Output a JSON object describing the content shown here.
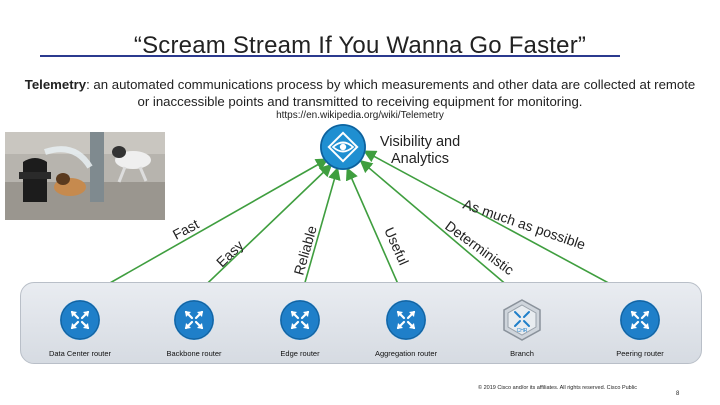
{
  "slide": {
    "title": "“Scream Stream If You Wanna Go Faster”",
    "definition": {
      "term": "Telemetry",
      "text": ": an automated communications process by which measurements and other data are collected at remote or inaccessible points and transmitted to receiving equipment for monitoring."
    },
    "source": "https://en.wikipedia.org/wiki/Telemetry",
    "hub_label": "Visibility and Analytics",
    "line_labels": {
      "fast": "Fast",
      "easy": "Easy",
      "reliable": "Reliable",
      "useful": "Useful",
      "as_much": "As much as possible",
      "deterministic": "Deterministic"
    },
    "routers": [
      {
        "label": "Data Center router"
      },
      {
        "label": "Backbone router"
      },
      {
        "label": "Edge router"
      },
      {
        "label": "Aggregation router"
      },
      {
        "label": "Branch"
      },
      {
        "label": "Peering router"
      }
    ],
    "branch_icon_text": "CHR",
    "footer": "© 2019 Cisco and/or its affiliates. All rights reserved. Cisco Public",
    "page_number": "8"
  },
  "colors": {
    "line_green": "#3f9e3f",
    "hub_blue": "#1f8fd1",
    "router_blue": "#1f7fc9",
    "title_rule": "#2b3a8f"
  },
  "icons": {
    "hub": "eye-icon",
    "router": "router-arrows-icon",
    "branch": "hexagon-router-icon",
    "photo": "dogs-hydrant-photo"
  }
}
